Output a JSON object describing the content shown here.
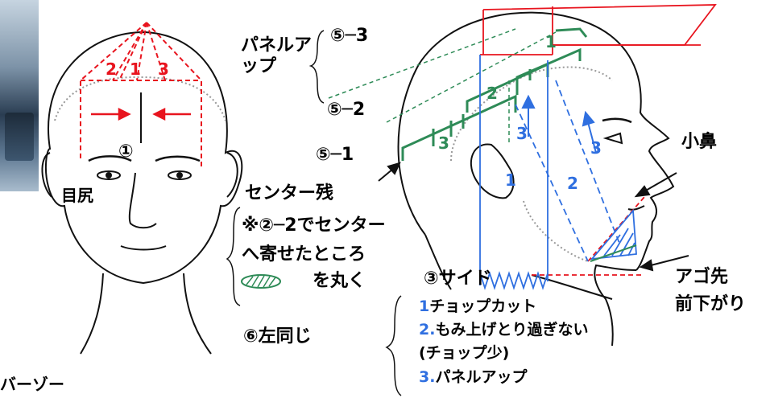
{
  "front": {
    "panel_numbers": [
      "2",
      "1",
      "3"
    ],
    "circle_1": "①",
    "eye_corner": "目尻",
    "bottom_text": "バーゾー"
  },
  "middle": {
    "panel_up": "パネルアップ",
    "five_3": "⑤─3",
    "five_2": "⑤─2",
    "five_1": "⑤─1",
    "center_remain": "センター残",
    "note_line1": "※②─2でセンター",
    "note_line2": "へ寄せたところ",
    "note_line3": "を丸く",
    "six_same": "⑥左同じ"
  },
  "side": {
    "green_labels": [
      "1",
      "2",
      "3"
    ],
    "blue_labels": [
      "1",
      "2",
      "3",
      "3"
    ],
    "small_nose": "小鼻",
    "chin_tip": "アゴ先",
    "front_down": "前下がり",
    "side_title": "③サイド",
    "items": [
      {
        "num": "1",
        "text": "チョップカット"
      },
      {
        "num": "2.",
        "text": "もみ上げとり過ぎない"
      },
      {
        "num": "",
        "text": "(チョップ少)"
      },
      {
        "num": "3.",
        "text": "パネルアップ"
      }
    ]
  },
  "colors": {
    "red": "#e8141e",
    "green": "#2e8b57",
    "blue": "#2f6fe0",
    "outline": "#111111"
  }
}
